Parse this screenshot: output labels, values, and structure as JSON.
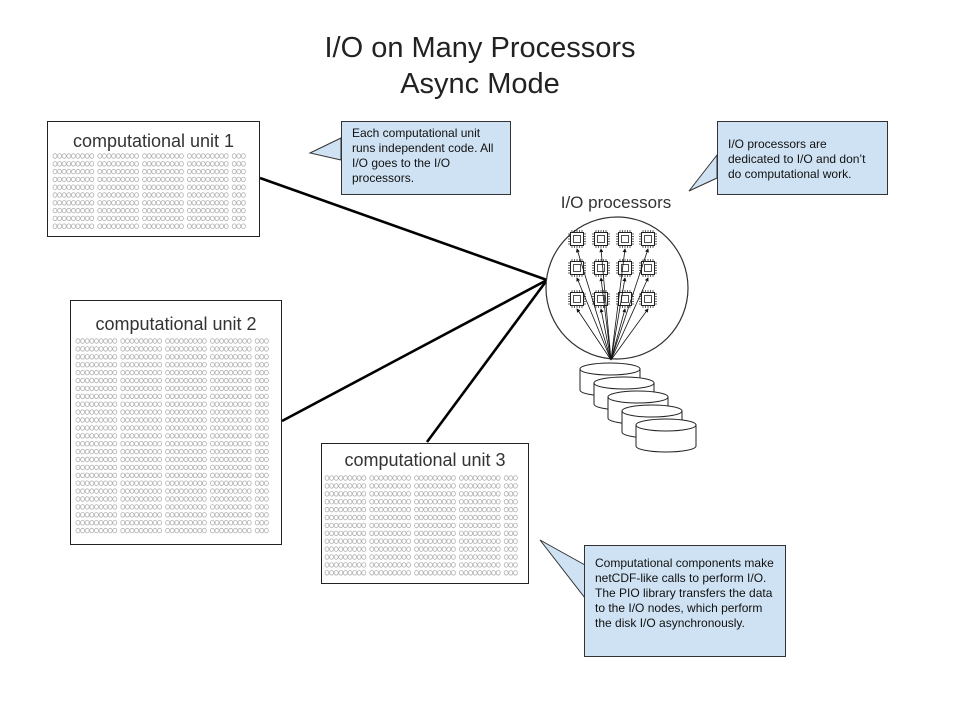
{
  "title": {
    "line1": "I/O on Many Processors",
    "line2": "Async Mode"
  },
  "units": [
    {
      "label": "computational unit 1"
    },
    {
      "label": "computational unit 2"
    },
    {
      "label": "computational unit 3"
    }
  ],
  "callouts": {
    "unit_code": "Each computational unit runs independent code. All I/O goes to the I/O processors.",
    "io_dedicated": "I/O processors are dedicated to I/O and don’t do computational work.",
    "pio_calls": "Computational components make netCDF-like calls to perform I/O. The PIO library transfers the data to the I/O nodes, which perform the disk I/O asynchronously."
  },
  "io_processors": {
    "label": "I/O processors",
    "chip_rows": 3,
    "chip_cols": 4
  },
  "disks": {
    "count": 5
  },
  "colors": {
    "callout_fill": "#cfe2f3",
    "line": "#000000",
    "box_border": "#222222",
    "code_text": "#b0b0b0"
  }
}
